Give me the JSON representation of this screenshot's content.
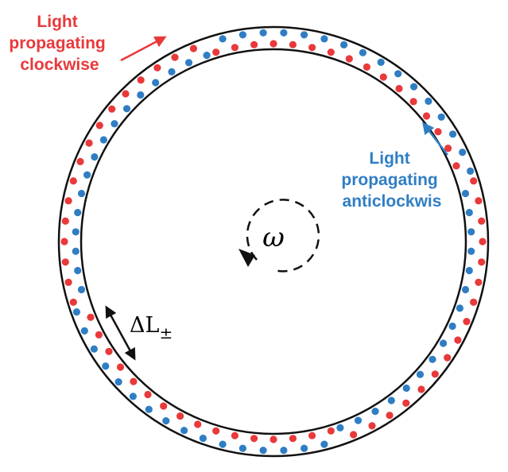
{
  "labels": {
    "cw_line1": "Light",
    "cw_line2": "propagating",
    "cw_line3": "clockwise",
    "acw_line1": "Light",
    "acw_line2": "propagating",
    "acw_line3": "anticlockwis",
    "omega": "ω",
    "delta_l_base": "ΔL",
    "delta_l_sub": "±"
  },
  "colors": {
    "clockwise": "#e8393b",
    "anticlockwise": "#2f7ec4",
    "ring": "#111111"
  },
  "rotation": {
    "direction": "clockwise"
  }
}
